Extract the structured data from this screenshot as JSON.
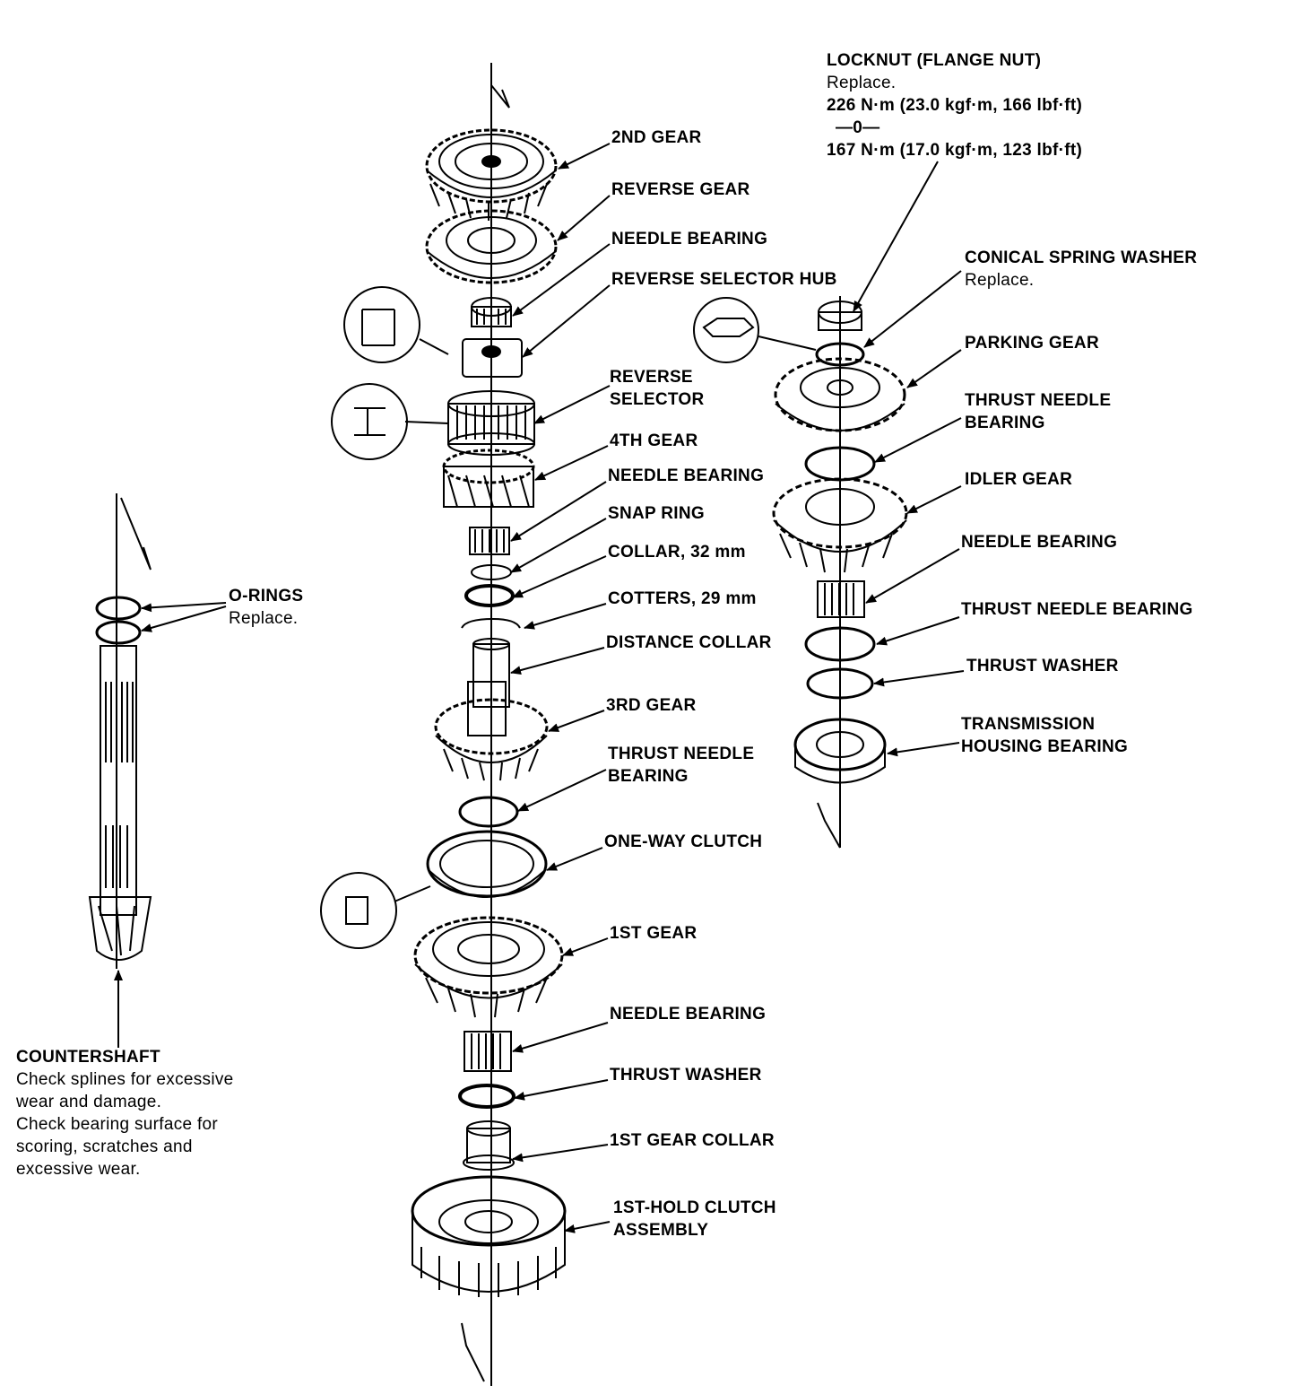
{
  "labels": {
    "second_gear": "2ND GEAR",
    "reverse_gear": "REVERSE GEAR",
    "needle_bearing_1": "NEEDLE BEARING",
    "reverse_selector_hub": "REVERSE SELECTOR HUB",
    "reverse_selector_1": "REVERSE",
    "reverse_selector_2": "SELECTOR",
    "fourth_gear": "4TH GEAR",
    "needle_bearing_2": "NEEDLE BEARING",
    "snap_ring": "SNAP RING",
    "collar_32": "COLLAR, 32 mm",
    "cotters_29": "COTTERS, 29 mm",
    "distance_collar": "DISTANCE COLLAR",
    "third_gear": "3RD GEAR",
    "thrust_needle_bearing_1a": "THRUST NEEDLE",
    "thrust_needle_bearing_1b": "BEARING",
    "one_way_clutch": "ONE-WAY CLUTCH",
    "first_gear": "1ST GEAR",
    "needle_bearing_3": "NEEDLE BEARING",
    "thrust_washer_1": "THRUST WASHER",
    "first_gear_collar": "1ST GEAR COLLAR",
    "first_hold_clutch_1": "1ST-HOLD CLUTCH",
    "first_hold_clutch_2": "ASSEMBLY",
    "o_rings": "O-RINGS",
    "o_rings_note": "Replace.",
    "countershaft": "COUNTERSHAFT",
    "countershaft_note": [
      "Check splines for excessive",
      "wear and damage.",
      "Check bearing surface for",
      "scoring, scratches and",
      "excessive wear."
    ],
    "locknut": "LOCKNUT (FLANGE NUT)",
    "locknut_note": "Replace.",
    "locknut_torque_1": "226 N·m (23.0 kgf·m, 166 lbf·ft)",
    "locknut_torque_sep": "—0—",
    "locknut_torque_2": "167 N·m (17.0 kgf·m, 123 lbf·ft)",
    "conical_spring_washer": "CONICAL SPRING WASHER",
    "conical_spring_washer_note": "Replace.",
    "parking_gear": "PARKING GEAR",
    "thrust_needle_bearing_2a": "THRUST NEEDLE",
    "thrust_needle_bearing_2b": "BEARING",
    "idler_gear": "IDLER GEAR",
    "needle_bearing_4": "NEEDLE BEARING",
    "thrust_needle_bearing_3": "THRUST NEEDLE BEARING",
    "thrust_washer_2": "THRUST WASHER",
    "transmission_housing_bearing_1": "TRANSMISSION",
    "transmission_housing_bearing_2": "HOUSING BEARING"
  }
}
